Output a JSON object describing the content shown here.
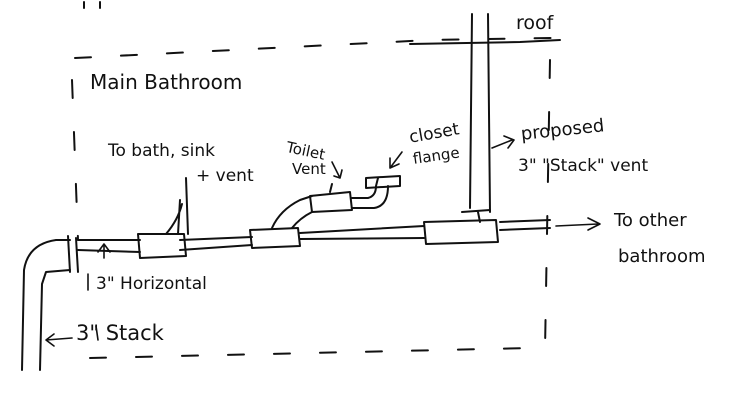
{
  "labels": {
    "roof": "roof",
    "room": "Main Bathroom",
    "bath_sink_line1": "To bath, sink",
    "bath_sink_line2": "+ vent",
    "toilet_vent_line1": "Toilet",
    "toilet_vent_line2": "Vent",
    "closet_line1": "closet",
    "closet_line2": "flange",
    "proposed_line1": "proposed",
    "proposed_line2": "3\" \"Stack\" vent",
    "other_line1": "To other",
    "other_line2": "bathroom",
    "horizontal": "3\" Horizontal",
    "stack": "3\" Stack"
  },
  "colors": {
    "ink": "#111111",
    "paper": "#ffffff"
  }
}
